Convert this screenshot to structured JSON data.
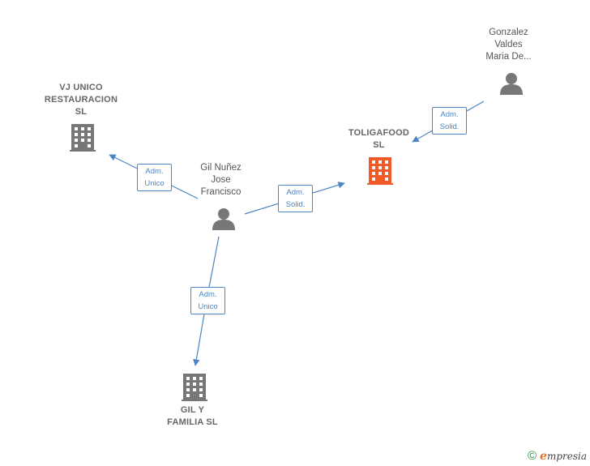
{
  "nodes": {
    "vj_unico": {
      "label": "VJ UNICO\nRESTAURACION\nSL",
      "kind": "company"
    },
    "toligafood": {
      "label": "TOLIGAFOOD\nSL",
      "kind": "company-focus"
    },
    "gil_y_familia": {
      "label": "GIL Y\nFAMILIA  SL",
      "kind": "company"
    },
    "gil_nunez": {
      "label": "Gil Nuñez\nJose\nFrancisco",
      "kind": "person"
    },
    "gonzalez": {
      "label": "Gonzalez\nValdes\nMaria De...",
      "kind": "person"
    }
  },
  "edges": {
    "gil_to_vj": {
      "label": "Adm.\nUnico"
    },
    "gil_to_toliga": {
      "label": "Adm.\nSolid."
    },
    "gonzalez_to_toliga": {
      "label": "Adm.\nSolid."
    },
    "gil_to_familia": {
      "label": "Adm.\nUnico"
    }
  },
  "colors": {
    "edge": "#4a86c5",
    "company": "#777777",
    "focus": "#f05a28",
    "person": "#777777"
  },
  "icons": {
    "company": "building-icon",
    "person": "person-icon"
  },
  "brand": {
    "copyright": "©",
    "name_initial": "e",
    "name_rest": "mpresia"
  }
}
